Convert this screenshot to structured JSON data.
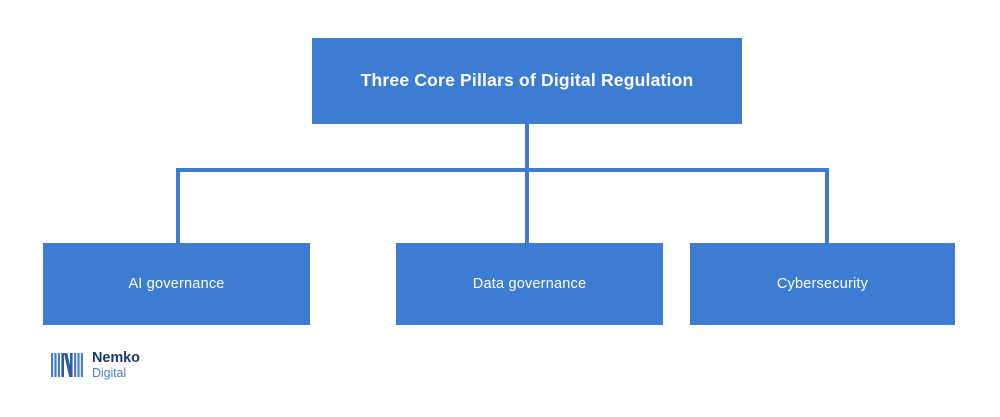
{
  "diagram": {
    "type": "org-chart",
    "orientation": "top-down",
    "background_color": "#FFFFFF",
    "node_color": "#3D7CD3",
    "node_text_color": "#FFFFFF",
    "connector_color": "#3D7CD3",
    "root": {
      "label": "Three Core Pillars of Digital Regulation"
    },
    "children": [
      {
        "label": "AI governance"
      },
      {
        "label": "Data governance"
      },
      {
        "label": "Cybersecurity"
      }
    ]
  },
  "logo": {
    "mark_name": "nemko-n-mark",
    "name": "Nemko",
    "subtitle": "Digital",
    "name_color": "#1B3A6B",
    "subtitle_color": "#4A7FC1"
  }
}
